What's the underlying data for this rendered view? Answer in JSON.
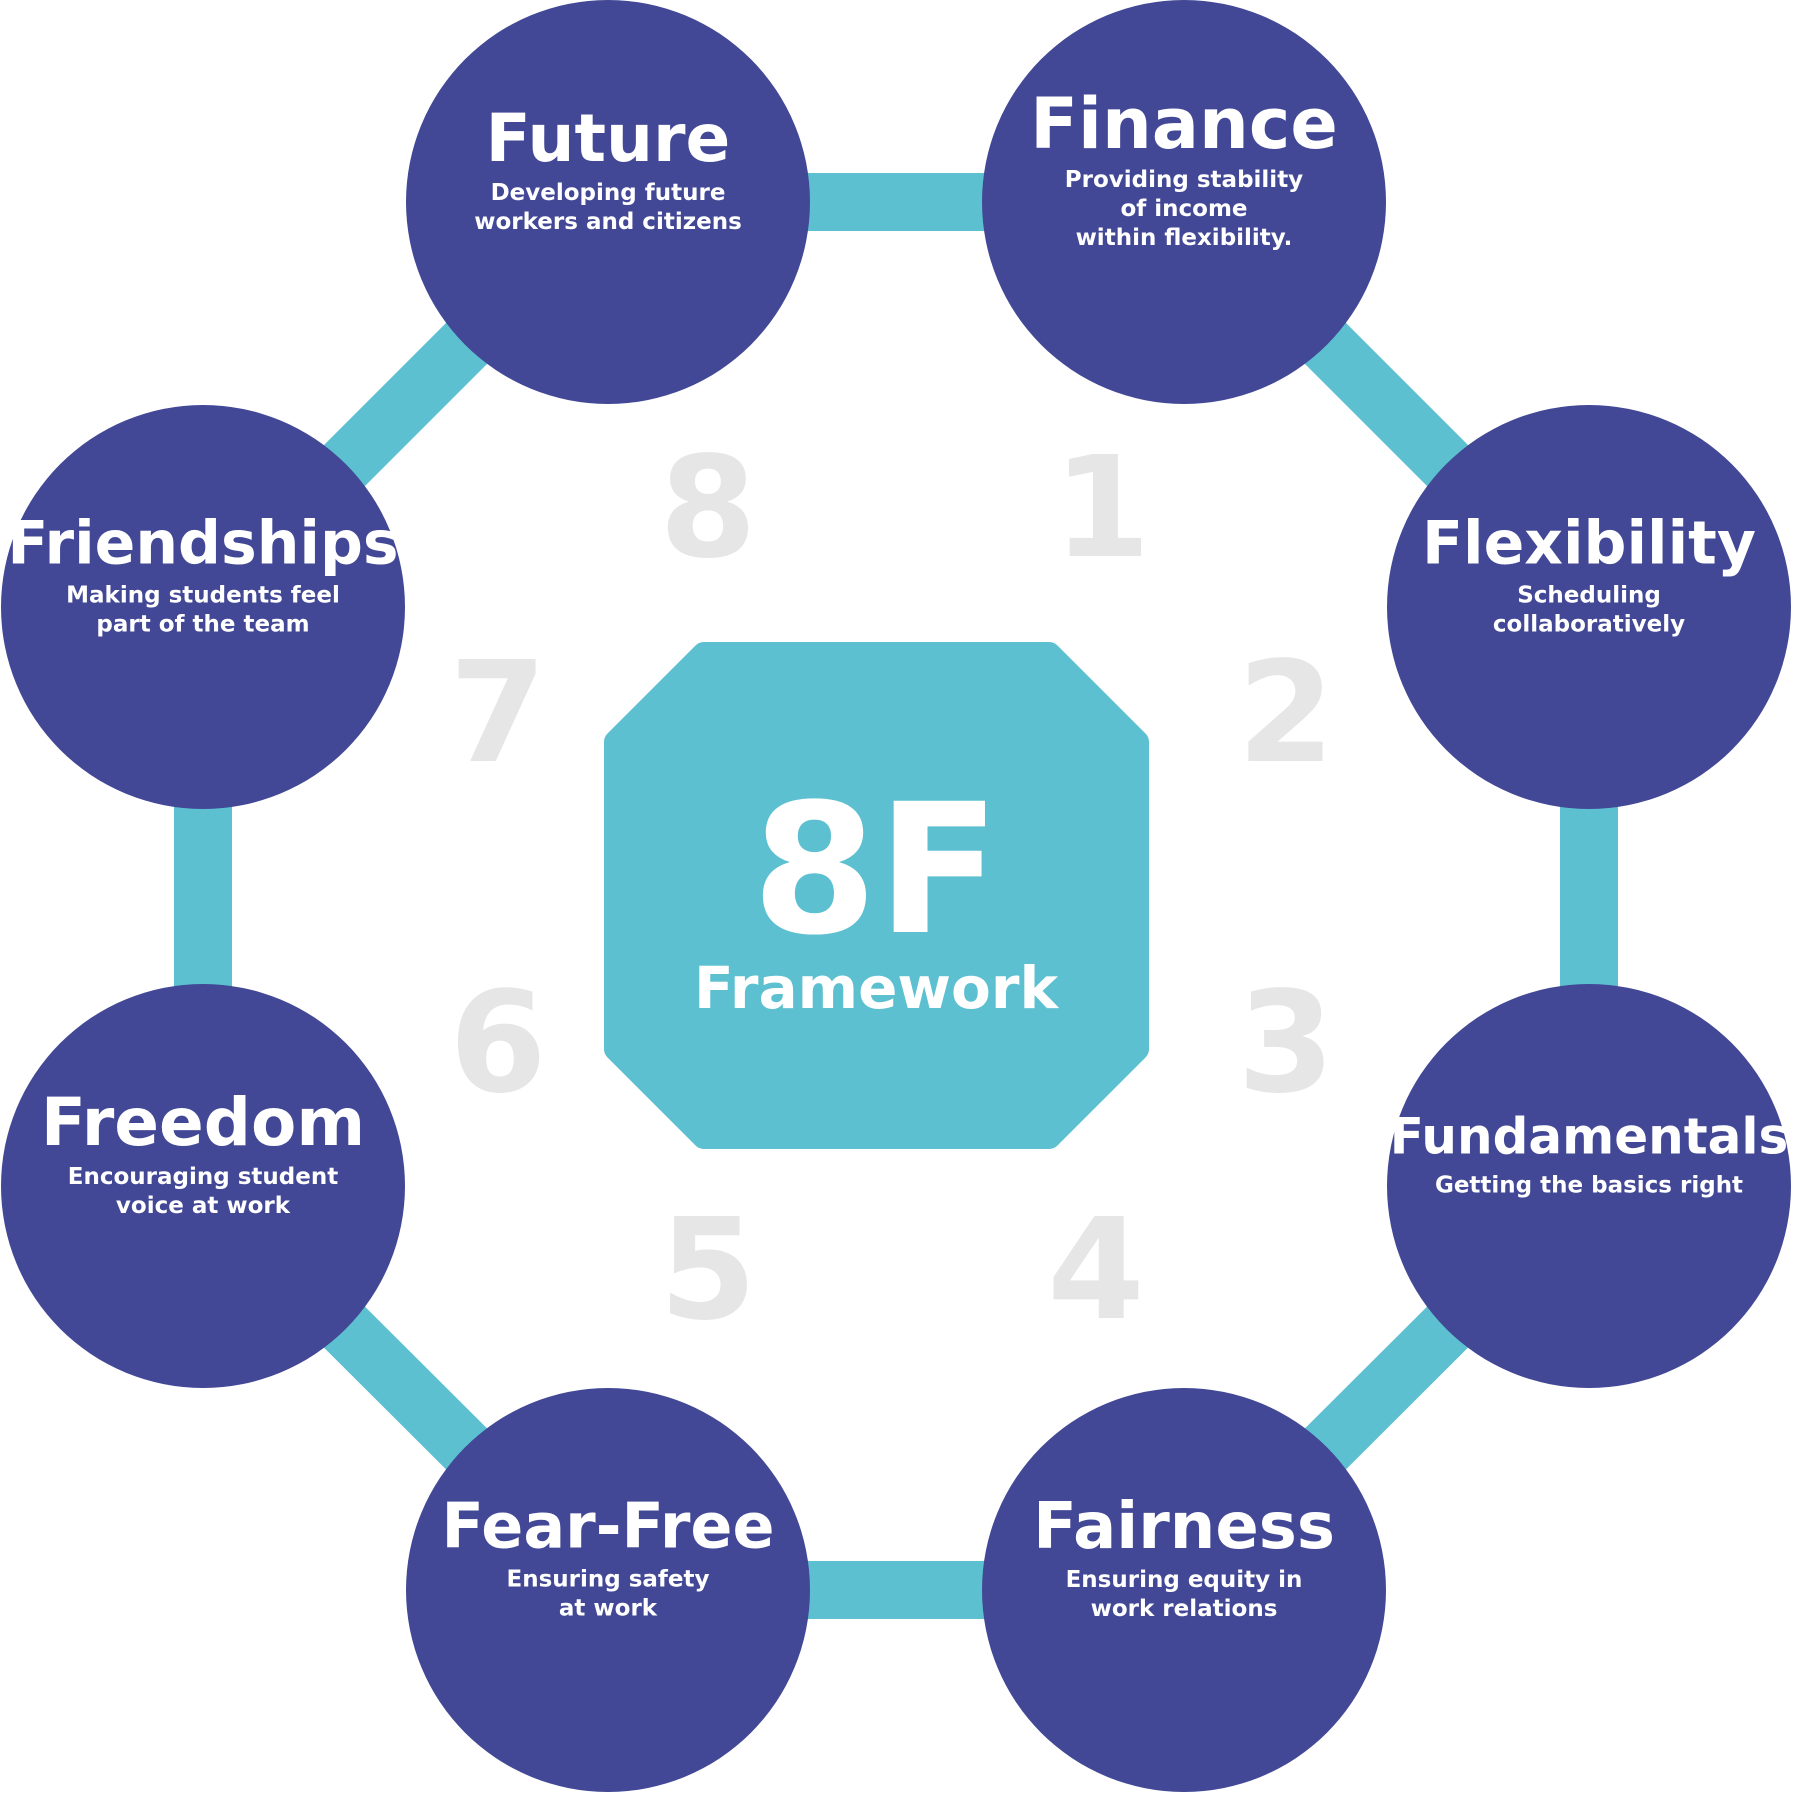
{
  "colors": {
    "node_fill": "#424895",
    "connector": "#5cc0d0",
    "center_fill": "#5cc0d0",
    "text_light": "#ffffff",
    "step_number": "#e6e6e6",
    "background": "#ffffff"
  },
  "center": {
    "main_label": "8F",
    "sub_label": "Framework"
  },
  "nodes": [
    {
      "step": "1",
      "title": "Finance",
      "desc": [
        "Providing stability",
        "of income",
        "within flexibility."
      ]
    },
    {
      "step": "2",
      "title": "Flexibility",
      "desc": [
        "Scheduling",
        "collaboratively"
      ]
    },
    {
      "step": "3",
      "title": "Fundamentals",
      "desc": [
        "Getting the basics right"
      ]
    },
    {
      "step": "4",
      "title": "Fairness",
      "desc": [
        "Ensuring equity in",
        "work relations"
      ]
    },
    {
      "step": "5",
      "title": "Fear-Free",
      "desc": [
        "Ensuring safety",
        "at work"
      ]
    },
    {
      "step": "6",
      "title": "Freedom",
      "desc": [
        "Encouraging student",
        "voice at work"
      ]
    },
    {
      "step": "7",
      "title": "Friendships",
      "desc": [
        "Making students feel",
        "part of the team"
      ]
    },
    {
      "step": "8",
      "title": "Future",
      "desc": [
        "Developing future",
        "workers and citizens"
      ]
    }
  ]
}
